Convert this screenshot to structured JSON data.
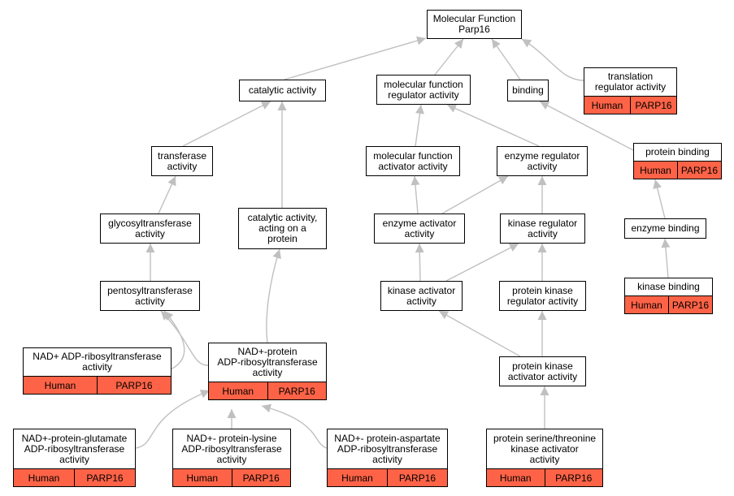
{
  "colors": {
    "edge": "#c0c0c0",
    "annotation_fill": "#ff6347",
    "node_border": "#000000"
  },
  "nodes": {
    "root": {
      "label": "Molecular Function\nParp16"
    },
    "catalytic": {
      "label": "catalytic activity"
    },
    "mf_regulator": {
      "label": "molecular function\nregulator activity"
    },
    "binding": {
      "label": "binding"
    },
    "translation_reg": {
      "label": "translation\nregulator activity",
      "organism": "Human",
      "gene": "PARP16"
    },
    "transferase": {
      "label": "transferase\nactivity"
    },
    "mf_activator": {
      "label": "molecular function\nactivator activity"
    },
    "enzyme_regulator": {
      "label": "enzyme regulator\nactivity"
    },
    "protein_binding": {
      "label": "protein binding",
      "organism": "Human",
      "gene": "PARP16"
    },
    "glycosyl": {
      "label": "glycosyltransferase\nactivity"
    },
    "cat_protein": {
      "label": "catalytic activity,\nacting on a\nprotein"
    },
    "enzyme_activator": {
      "label": "enzyme activator\nactivity"
    },
    "kinase_regulator": {
      "label": "kinase regulator\nactivity"
    },
    "enzyme_binding": {
      "label": "enzyme binding"
    },
    "pentosyl": {
      "label": "pentosyltransferase\nactivity"
    },
    "kinase_activator": {
      "label": "kinase activator\nactivity"
    },
    "pk_regulator": {
      "label": "protein kinase\nregulator activity"
    },
    "kinase_binding": {
      "label": "kinase binding",
      "organism": "Human",
      "gene": "PARP16"
    },
    "nad_adp": {
      "label": "NAD+ ADP-ribosyltransferase\nactivity",
      "organism": "Human",
      "gene": "PARP16"
    },
    "nad_protein": {
      "label": "NAD+-protein\nADP-ribosyltransferase\nactivity",
      "organism": "Human",
      "gene": "PARP16"
    },
    "pk_activator": {
      "label": "protein kinase\nactivator activity"
    },
    "nad_glutamate": {
      "label": "NAD+-protein-glutamate\nADP-ribosyltransferase\nactivity",
      "organism": "Human",
      "gene": "PARP16"
    },
    "nad_lysine": {
      "label": "NAD+- protein-lysine\nADP-ribosyltransferase\nactivity",
      "organism": "Human",
      "gene": "PARP16"
    },
    "nad_aspartate": {
      "label": "NAD+- protein-aspartate\nADP-ribosyltransferase\nactivity",
      "organism": "Human",
      "gene": "PARP16"
    },
    "ser_thr_kinase_act": {
      "label": "protein serine/threonine\nkinase activator\nactivity",
      "organism": "Human",
      "gene": "PARP16"
    }
  }
}
